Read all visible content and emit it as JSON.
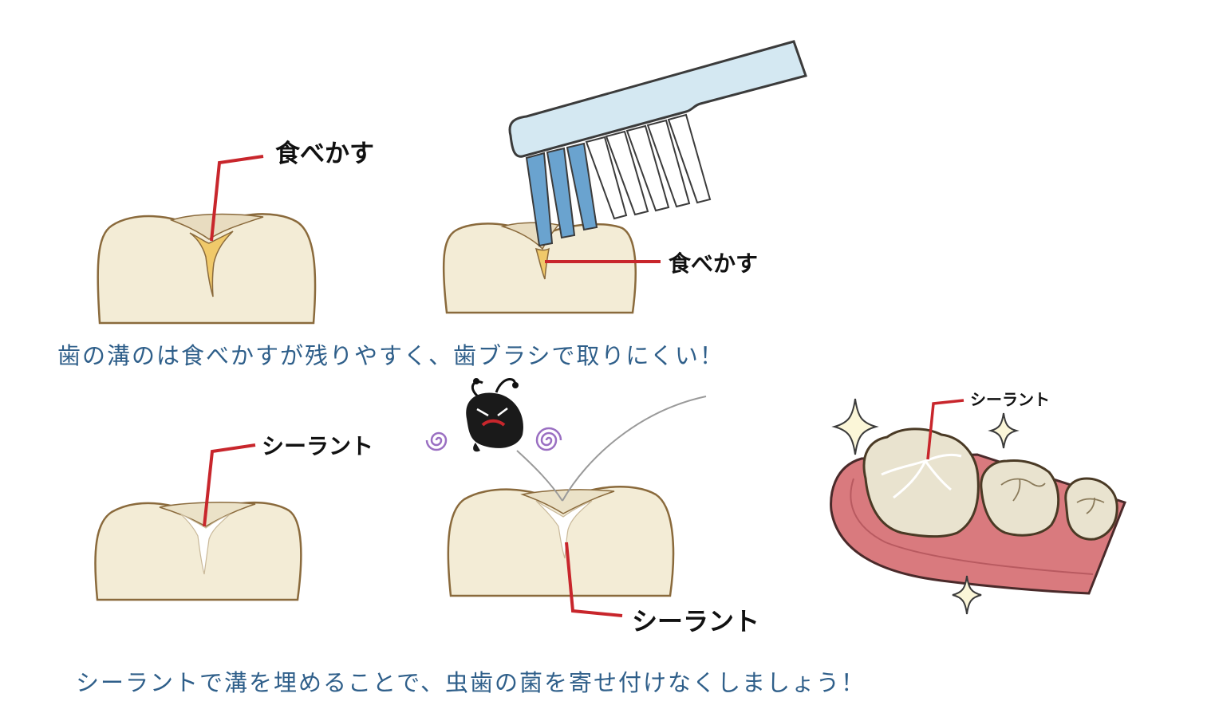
{
  "labels": {
    "food_debris": "食べかす",
    "sealant": "シーラント"
  },
  "captions": {
    "top": "歯の溝のは食べかすが残りやすく、歯ブラシで取りにくい！",
    "bottom": "シーラントで溝を埋めることで、虫歯の菌を寄せ付けなくしましょう！"
  },
  "colors": {
    "tooth_fill": "#f3ecd6",
    "tooth_outline": "#8a6a3c",
    "debris": "#f0c96a",
    "leader_line": "#c8262c",
    "brush_bristle_blue": "#6aa3cf",
    "brush_handle": "#d4e8f2",
    "gum": "#d97a7e",
    "caption_text": "#2f5f8a",
    "swirl": "#9a6fc2"
  },
  "icons": [
    "toothbrush-icon",
    "germ-icon",
    "sparkle-icon",
    "swirl-icon"
  ]
}
